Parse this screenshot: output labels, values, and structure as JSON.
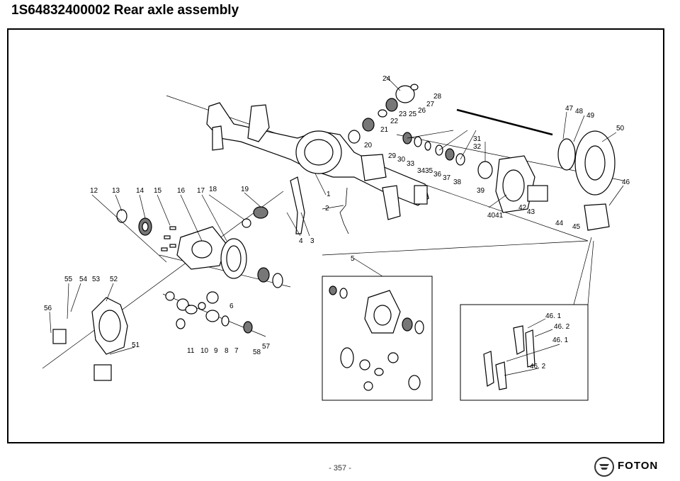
{
  "header": {
    "title": "1S64832400002 Rear axle assembly"
  },
  "footer": {
    "page_number": "- 357 -",
    "brand": "FOTON"
  },
  "callouts": [
    {
      "id": "1",
      "text": "1"
    },
    {
      "id": "2",
      "text": "2"
    },
    {
      "id": "3",
      "text": "3"
    },
    {
      "id": "4",
      "text": "4"
    },
    {
      "id": "5",
      "text": "5"
    },
    {
      "id": "6",
      "text": "6"
    },
    {
      "id": "7",
      "text": "7"
    },
    {
      "id": "8",
      "text": "8"
    },
    {
      "id": "9",
      "text": "9"
    },
    {
      "id": "10",
      "text": "10"
    },
    {
      "id": "11",
      "text": "11"
    },
    {
      "id": "12",
      "text": "12"
    },
    {
      "id": "13",
      "text": "13"
    },
    {
      "id": "14",
      "text": "14"
    },
    {
      "id": "15",
      "text": "15"
    },
    {
      "id": "16",
      "text": "16"
    },
    {
      "id": "17",
      "text": "17"
    },
    {
      "id": "18",
      "text": "18"
    },
    {
      "id": "19",
      "text": "19"
    },
    {
      "id": "20",
      "text": "20"
    },
    {
      "id": "21",
      "text": "21"
    },
    {
      "id": "22",
      "text": "22"
    },
    {
      "id": "23",
      "text": "23"
    },
    {
      "id": "24",
      "text": "24"
    },
    {
      "id": "25",
      "text": "25"
    },
    {
      "id": "26",
      "text": "26"
    },
    {
      "id": "27",
      "text": "27"
    },
    {
      "id": "28",
      "text": "28"
    },
    {
      "id": "29",
      "text": "29"
    },
    {
      "id": "30",
      "text": "30"
    },
    {
      "id": "31",
      "text": "31"
    },
    {
      "id": "32",
      "text": "32"
    },
    {
      "id": "33",
      "text": "33"
    },
    {
      "id": "34",
      "text": "34"
    },
    {
      "id": "35",
      "text": "35"
    },
    {
      "id": "36",
      "text": "36"
    },
    {
      "id": "37",
      "text": "37"
    },
    {
      "id": "38",
      "text": "38"
    },
    {
      "id": "39",
      "text": "39"
    },
    {
      "id": "4041",
      "text": "4041"
    },
    {
      "id": "42",
      "text": "42"
    },
    {
      "id": "43",
      "text": "43"
    },
    {
      "id": "44",
      "text": "44"
    },
    {
      "id": "45",
      "text": "45"
    },
    {
      "id": "46",
      "text": "46"
    },
    {
      "id": "47",
      "text": "47"
    },
    {
      "id": "48",
      "text": "48"
    },
    {
      "id": "49",
      "text": "49"
    },
    {
      "id": "50",
      "text": "50"
    },
    {
      "id": "51",
      "text": "51"
    },
    {
      "id": "52",
      "text": "52"
    },
    {
      "id": "53",
      "text": "53"
    },
    {
      "id": "54",
      "text": "54"
    },
    {
      "id": "55",
      "text": "55"
    },
    {
      "id": "56",
      "text": "56"
    },
    {
      "id": "57",
      "text": "57"
    },
    {
      "id": "58",
      "text": "58"
    },
    {
      "id": "46_1a",
      "text": "46. 1"
    },
    {
      "id": "46_2a",
      "text": "46. 2"
    },
    {
      "id": "46_1b",
      "text": "46. 1"
    },
    {
      "id": "46_2b",
      "text": "46. 2"
    }
  ]
}
